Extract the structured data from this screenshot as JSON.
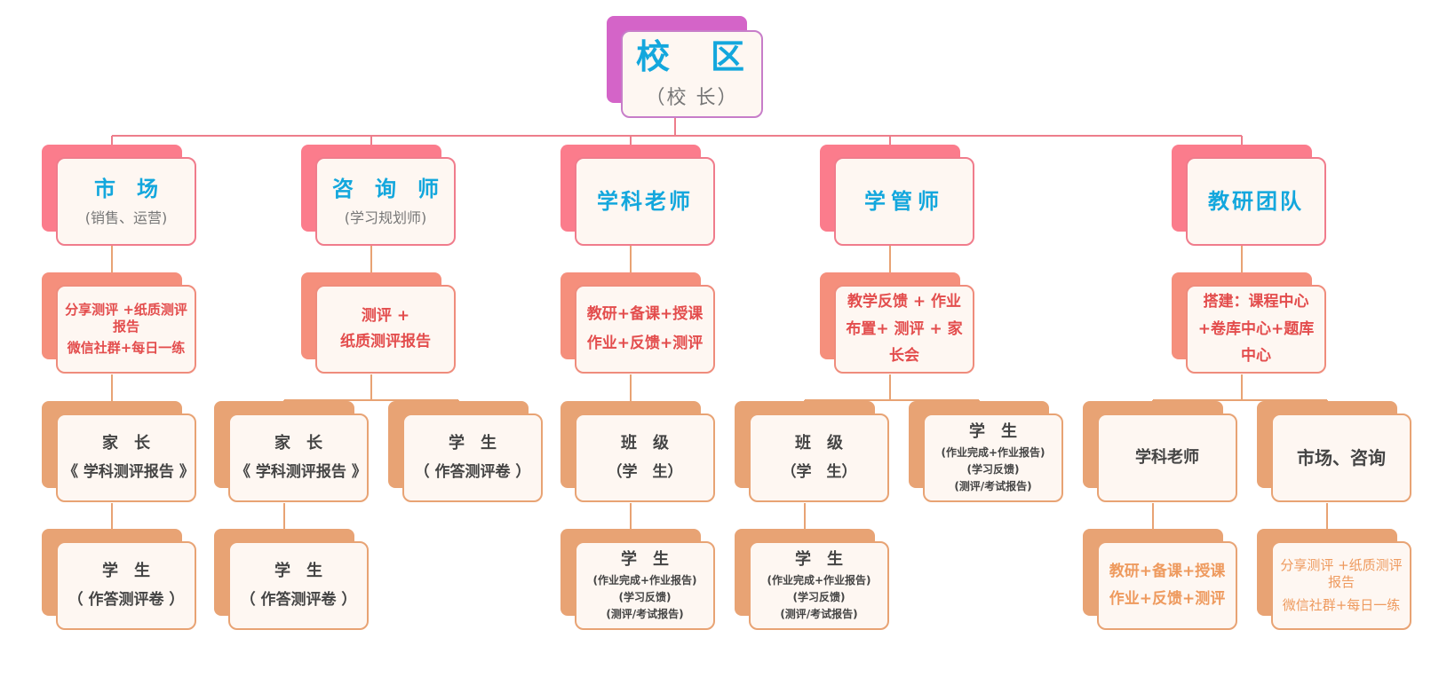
{
  "root": {
    "title": "校　区",
    "subtitle": "（校 长）"
  },
  "roles": {
    "market": {
      "title": "市　场",
      "subtitle": "(销售、运营)"
    },
    "advisor": {
      "title": "咨　询　师",
      "subtitle": "(学习规划师)"
    },
    "teacher": {
      "title": "学科老师"
    },
    "manager": {
      "title": "学管师"
    },
    "research": {
      "title": "教研团队"
    }
  },
  "tasks": {
    "market": {
      "line1": "分享测评 +纸质测评报告",
      "line2": "微信社群+每日一练"
    },
    "advisor": {
      "line1": "测评 +",
      "line2": "纸质测评报告"
    },
    "teacher": {
      "line1": "教研+备课+授课",
      "line2": "作业+反馈+测评"
    },
    "manager": {
      "line1": "教学反馈 + 作业布置+ 测评 + 家长会"
    },
    "research": {
      "line1": "搭建：课程中心+卷库中心+题库中心"
    }
  },
  "leaves": {
    "market_parent": {
      "title": "家　长",
      "sub": "《 学科测评报告 》"
    },
    "market_student": {
      "title": "学　生",
      "sub": "（ 作答测评卷 ）"
    },
    "advisor_parent": {
      "title": "家　长",
      "sub": "《 学科测评报告 》"
    },
    "advisor_student_a": {
      "title": "学　生",
      "sub": "（ 作答测评卷 ）"
    },
    "advisor_student_b": {
      "title": "学　生",
      "sub": "（ 作答测评卷 ）"
    },
    "teacher_class": {
      "title": "班　级",
      "sub": "（学　生）"
    },
    "teacher_student": {
      "title": "学　生",
      "l1": "(作业完成+作业报告)",
      "l2": "(学习反馈)",
      "l3": "(测评/考试报告)"
    },
    "manager_class": {
      "title": "班　级",
      "sub": "（学　生）"
    },
    "manager_student_a": {
      "title": "学　生",
      "l1": "(作业完成+作业报告)",
      "l2": "(学习反馈)",
      "l3": "(测评/考试报告)"
    },
    "manager_student_b": {
      "title": "学　生",
      "l1": "(作业完成+作业报告)",
      "l2": "(学习反馈)",
      "l3": "(测评/考试报告)"
    },
    "research_teacher": {
      "title": "学科老师"
    },
    "research_market": {
      "title": "市场、咨询"
    },
    "research_teacher_task": {
      "line1": "教研+备课+授课",
      "line2": "作业+反馈+测评"
    },
    "research_market_task": {
      "line1": "分享测评 +纸质测评报告",
      "line2": "微信社群+每日一练"
    }
  },
  "colors": {
    "root_back": "#d464c8",
    "root_border": "#c77dc9",
    "root_title": "#13a7dd",
    "root_sub": "#777777",
    "role_back": "#fb7c8c",
    "role_border": "#f07c8c",
    "role_title": "#13a7dd",
    "role_sub": "#777777",
    "task_back": "#f58f7c",
    "task_border": "#ef8c7c",
    "task_text": "#e34d4d",
    "leaf_back": "#e8a374",
    "leaf_border": "#e8a374",
    "leaf_text": "#444444",
    "leaf_orange_text": "#ee9a5e",
    "line_pink": "#ed7d8b",
    "line_orange": "#e8a374"
  }
}
